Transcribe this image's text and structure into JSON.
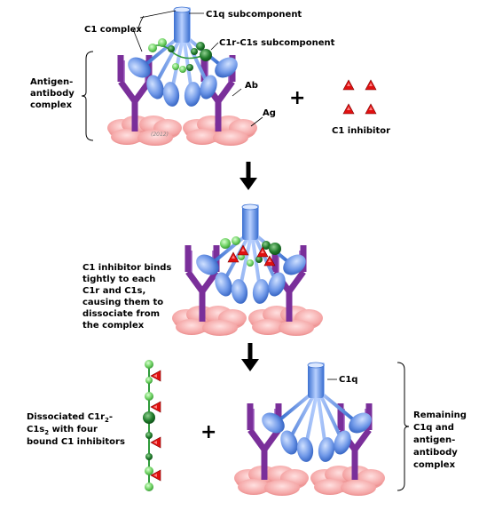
{
  "colors": {
    "antibody": "#7a2f9a",
    "antigen": "#f4a3a3",
    "c1q": "#6f98e8",
    "c1r_c1s": "#2f9a3a",
    "inhibitor": "#e01010",
    "arrow": "#000000"
  },
  "labels": {
    "c1_complex": "C1 complex",
    "c1q_subcomponent": "C1q subcomponent",
    "c1r_c1s_subcomponent": "C1r-C1s subcomponent",
    "antigen_antibody_complex": [
      "Antigen-",
      "antibody",
      "complex"
    ],
    "ab": "Ab",
    "ag": "Ag",
    "c1_inhibitor": "C1 inhibitor",
    "plus": "+",
    "step2_text": [
      "C1 inhibitor binds",
      "tightly to each",
      "C1r and C1s,",
      "causing them to",
      "dissociate from",
      "the complex"
    ],
    "dissociated": {
      "line1_prefix": "Dissociated C1r",
      "line1_sub": "2",
      "line1_suffix": "-",
      "line2_prefix": "C1s",
      "line2_sub": "2",
      "line2_suffix": " with four",
      "line3": "bound C1 inhibitors"
    },
    "c1q": "C1q",
    "remaining": [
      "Remaining",
      "C1q and",
      "antigen-",
      "antibody",
      "complex"
    ],
    "copyright": "(2012)"
  },
  "icons": [
    "down-arrow-icon",
    "c1-inhibitor-triangle-icon",
    "antibody-y-icon",
    "antigen-cloud-icon"
  ]
}
